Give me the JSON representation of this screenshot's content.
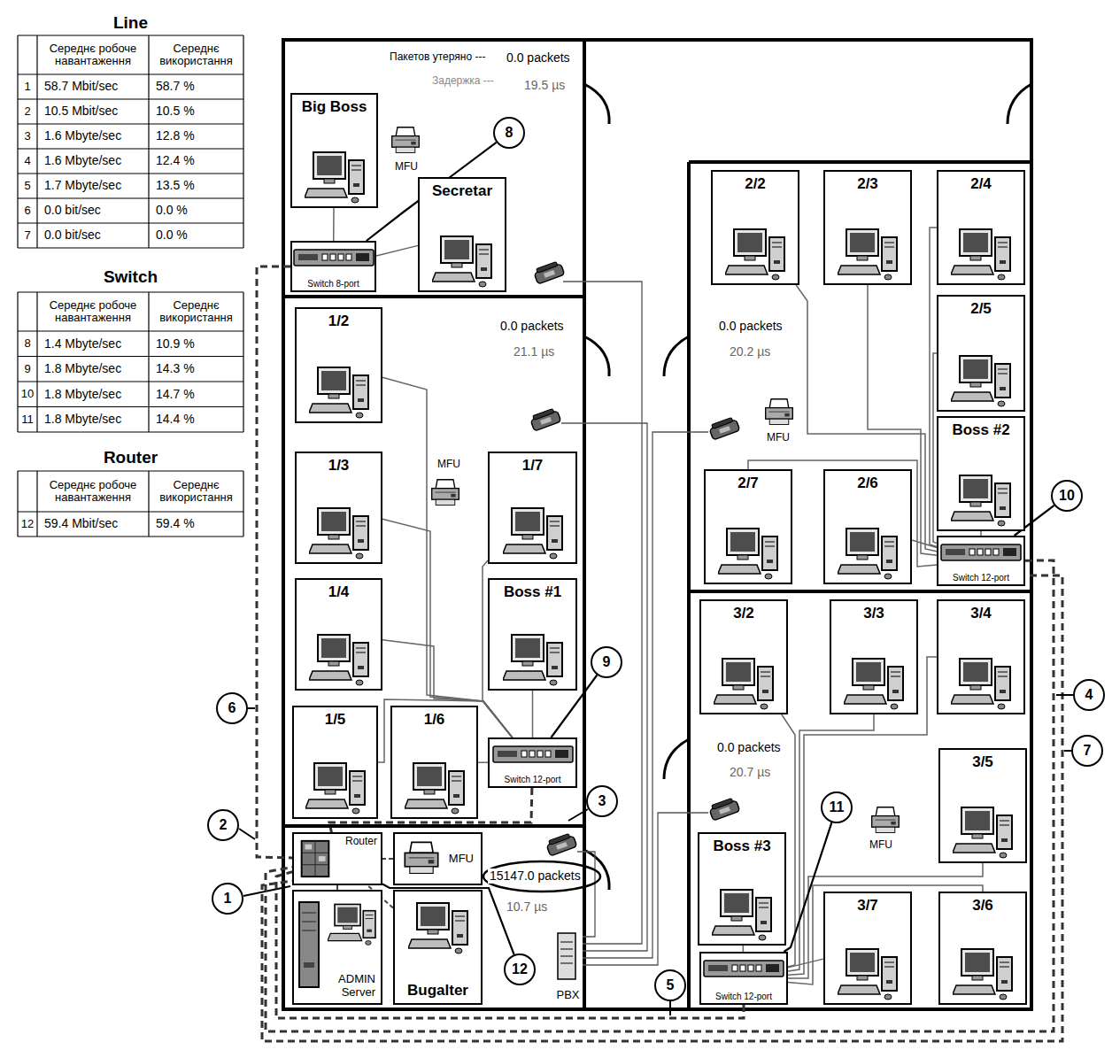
{
  "diagram": {
    "nodes": [
      {
        "text": [
          "Big Boss"
        ]
      },
      {
        "text": [
          "8"
        ]
      },
      {
        "text": [
          "Secretar"
        ]
      },
      {
        "text": [
          "Switch 8-port"
        ]
      },
      {
        "text": [
          "1/2"
        ]
      },
      {
        "text": [
          "1/3"
        ]
      },
      {
        "text": [
          "1/7"
        ]
      },
      {
        "text": [
          "1/4"
        ]
      },
      {
        "text": [
          "Boss #1"
        ]
      },
      {
        "text": [
          "9"
        ]
      },
      {
        "text": [
          "1/5"
        ]
      },
      {
        "text": [
          "1/6"
        ]
      },
      {
        "text": [
          "Switch 12-port"
        ]
      },
      {
        "text": [
          "2/2"
        ]
      },
      {
        "text": [
          "2/3"
        ]
      },
      {
        "text": [
          "2/4"
        ]
      },
      {
        "text": [
          "2/5"
        ]
      },
      {
        "text": [
          "Boss #2"
        ]
      },
      {
        "text": [
          "10"
        ]
      },
      {
        "text": [
          "2/7"
        ]
      },
      {
        "text": [
          "2/6"
        ]
      },
      {
        "text": [
          "Switch 12-port"
        ]
      },
      {
        "text": [
          "3/2"
        ]
      },
      {
        "text": [
          "3/3"
        ]
      },
      {
        "text": [
          "3/4"
        ]
      },
      {
        "text": [
          "3/5"
        ]
      },
      {
        "text": [
          "11"
        ]
      },
      {
        "text": [
          "Boss #3"
        ]
      },
      {
        "text": [
          "3/7"
        ]
      },
      {
        "text": [
          "3/6"
        ]
      },
      {
        "text": [
          "Switch 12-port"
        ]
      },
      {
        "text": [
          "Router"
        ]
      },
      {
        "text": [
          "MFU"
        ]
      },
      {
        "text": [
          "1"
        ]
      },
      {
        "text": [
          "ADMIN",
          "Server"
        ]
      },
      {
        "text": [
          "Bugalter"
        ]
      },
      {
        "text": [
          "12"
        ]
      },
      {
        "text": [
          "PBX"
        ]
      },
      {
        "text": [
          "2"
        ]
      },
      {
        "text": [
          "6"
        ]
      },
      {
        "text": [
          "3"
        ]
      },
      {
        "text": [
          "4"
        ]
      },
      {
        "text": [
          "7"
        ]
      },
      {
        "text": [
          "5"
        ]
      }
    ],
    "edges": [
      {
        "from": 0,
        "to": 3,
        "arrow": "none"
      },
      {
        "from": 2,
        "to": 3,
        "arrow": "none"
      },
      {
        "from": 4,
        "to": 12,
        "arrow": "none"
      },
      {
        "from": 5,
        "to": 12,
        "arrow": "none"
      },
      {
        "from": 6,
        "to": 12,
        "arrow": "none"
      },
      {
        "from": 7,
        "to": 12,
        "arrow": "none"
      },
      {
        "from": 8,
        "to": 12,
        "arrow": "none"
      },
      {
        "from": 10,
        "to": 12,
        "arrow": "none"
      },
      {
        "from": 11,
        "to": 12,
        "arrow": "none"
      },
      {
        "from": 13,
        "to": 21,
        "arrow": "none"
      },
      {
        "from": 14,
        "to": 21,
        "arrow": "none"
      },
      {
        "from": 15,
        "to": 21,
        "arrow": "none"
      },
      {
        "from": 16,
        "to": 21,
        "arrow": "none"
      },
      {
        "from": 17,
        "to": 21,
        "arrow": "none"
      },
      {
        "from": 19,
        "to": 21,
        "arrow": "none"
      },
      {
        "from": 20,
        "to": 21,
        "arrow": "none"
      },
      {
        "from": 22,
        "to": 30,
        "arrow": "none"
      },
      {
        "from": 23,
        "to": 30,
        "arrow": "none"
      },
      {
        "from": 24,
        "to": 30,
        "arrow": "none"
      },
      {
        "from": 25,
        "to": 30,
        "arrow": "none"
      },
      {
        "from": 27,
        "to": 30,
        "arrow": "none"
      },
      {
        "from": 28,
        "to": 30,
        "arrow": "none"
      },
      {
        "from": 29,
        "to": 30,
        "arrow": "none"
      },
      {
        "from": 3,
        "to": 31,
        "arrow": "none"
      },
      {
        "from": 12,
        "to": 31,
        "arrow": "none"
      },
      {
        "from": 21,
        "to": 31,
        "arrow": "none"
      },
      {
        "from": 30,
        "to": 31,
        "arrow": "none"
      },
      {
        "from": 34,
        "to": 31,
        "arrow": "none"
      },
      {
        "from": 35,
        "to": 31,
        "arrow": "none"
      },
      {
        "from": 32,
        "to": 31,
        "arrow": "none"
      },
      {
        "from": 1,
        "to": 3,
        "arrow": "none"
      },
      {
        "from": 9,
        "to": 12,
        "arrow": "none"
      },
      {
        "from": 18,
        "to": 21,
        "arrow": "none"
      },
      {
        "from": 26,
        "to": 30,
        "arrow": "none"
      },
      {
        "from": 36,
        "to": 31,
        "arrow": "none"
      }
    ],
    "labels": [
      "Line",
      "Середнє робоче навантаження",
      "Середнє використання",
      "1",
      "58.7 Mbit/sec",
      "58.7 %",
      "2",
      "10.5 Mbit/sec",
      "10.5 %",
      "3",
      "1.6 Mbyte/sec",
      "12.8 %",
      "4",
      "1.6 Mbyte/sec",
      "12.4 %",
      "5",
      "1.7 Mbyte/sec",
      "13.5 %",
      "6",
      "0.0 bit/sec",
      "0.0 %",
      "7",
      "0.0 bit/sec",
      "0.0 %",
      "Switch",
      "Середнє робоче навантаження",
      "Середнє використання",
      "8",
      "1.4 Mbyte/sec",
      "10.9 %",
      "9",
      "1.8 Mbyte/sec",
      "14.3 %",
      "10",
      "1.8 Mbyte/sec",
      "14.7 %",
      "11",
      "1.8 Mbyte/sec",
      "14.4 %",
      "Router",
      "Середнє робоче навантаження",
      "Середнє використання",
      "12",
      "59.4 Mbit/sec",
      "59.4 %",
      "Пакетов утеряно ---",
      "0.0 packets",
      "Задержка ---",
      "19.5 µs",
      "0.0 packets",
      "21.1 µs",
      "0.0 packets",
      "20.2 µs",
      "0.0 packets",
      "20.7 µs",
      "15147.0 packets",
      "10.7 µs",
      "MFU",
      "MFU",
      "MFU",
      "MFU"
    ]
  }
}
